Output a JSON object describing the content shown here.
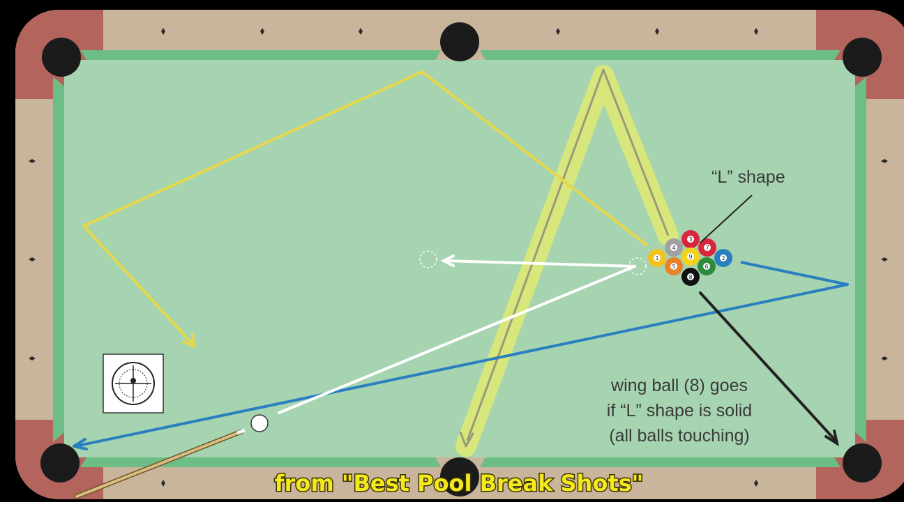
{
  "diagram": {
    "annotations": {
      "l_shape": "“L” shape",
      "wing_ball_line1": "wing ball (8) goes",
      "wing_ball_line2": "if “L” shape is solid",
      "wing_ball_line3": "(all balls touching)"
    },
    "caption": "from \"Best Pool Break Shots\"",
    "colors": {
      "rail_wood": "#c9b59b",
      "corner": "#b3645d",
      "felt": "#a6d4b0",
      "cushion": "#6cbd86",
      "pocket": "#1b1b1b",
      "yellow_path": "#e6d84a",
      "blue_path": "#2a7fc0",
      "white_path": "#ffffff",
      "black_path": "#222222",
      "highlight_path": "#9a9a7a",
      "highlight_glow": "#e8ee6a",
      "caption_text": "#f4e91c"
    },
    "icons": {
      "english_target": "target-crosshair-icon"
    },
    "balls": [
      {
        "number": "1",
        "color": "#f2c21b"
      },
      {
        "number": "2",
        "color": "#2a7fc0"
      },
      {
        "number": "3",
        "color": "#d7263d"
      },
      {
        "number": "4",
        "color": "#a0a0a0"
      },
      {
        "number": "5",
        "color": "#e8822a"
      },
      {
        "number": "6",
        "color": "#2e8b3c"
      },
      {
        "number": "7",
        "color": "#d7263d"
      },
      {
        "number": "8",
        "color": "#111111"
      },
      {
        "number": "9",
        "color": "#f2d21b"
      }
    ]
  }
}
